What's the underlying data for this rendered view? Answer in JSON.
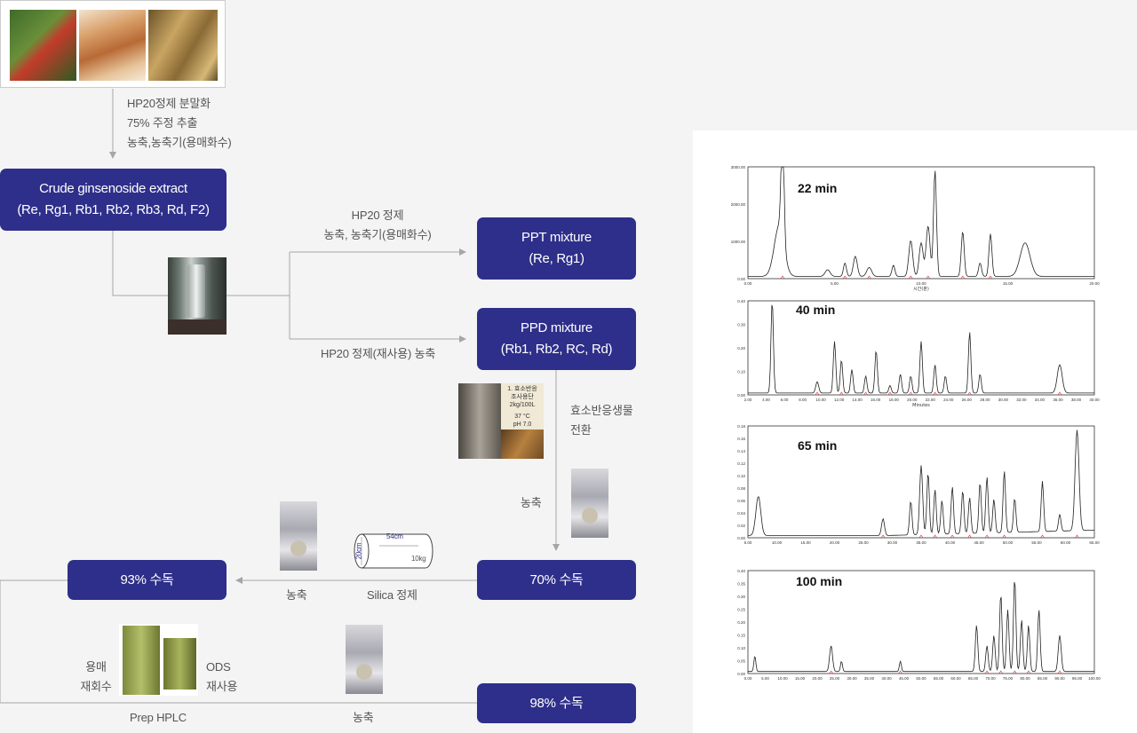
{
  "colors": {
    "box": "#2e2f8a",
    "line": "#a6a6a6",
    "accent_red": "#e02020"
  },
  "boxes": {
    "crude": {
      "line1": "Crude ginsenoside extract",
      "line2": "(Re, Rg1, Rb1, Rb2, Rb3, Rd, F2)"
    },
    "ppt": {
      "line1": "PPT mixture",
      "line2": "(Re, Rg1)"
    },
    "ppd": {
      "line1": "PPD mixture",
      "line2": "(Rb1, Rb2, RC, Rd)"
    },
    "ethanol93": "93% 수독",
    "ethanol70": "70% 수독",
    "ethanol98": "98% 수독"
  },
  "labels": {
    "step1": [
      "HP20정제 분말화",
      "75% 주정 추출",
      "농축,농축기(용매화수)"
    ],
    "ppt_step": [
      "HP20 정제",
      "농축, 농축기(용매화수)"
    ],
    "ppd_step": "HP20 정제(재사용) 농축",
    "enzyme": [
      "효소반응생물",
      "전환"
    ],
    "concentrate_mid": "농축",
    "concentrate_left": "농축",
    "silica": "Silica 정제",
    "solvent_recovery": [
      "용매",
      "재회수"
    ],
    "ods_reuse": [
      "ODS",
      "재사용"
    ],
    "prep_hplc": "Prep HPLC",
    "concentrate_bottom": "농축"
  },
  "enzyme_photo_text": [
    "1. 효소반응",
    "조사용단",
    "2kg/100L",
    "37 °C",
    "pH 7.0"
  ],
  "silica_column": {
    "length": "54cm",
    "diameter": "20cm",
    "weight": "10kg"
  },
  "chromatograms": [
    {
      "title": "22 min",
      "x_axis_label": "시간(분)",
      "x_ticks": [
        "0.00",
        "5.00",
        "10.00",
        "15.00",
        "20.00"
      ],
      "y_ticks": [
        "3000.00",
        "2000.00",
        "1000.00",
        "0.00"
      ]
    },
    {
      "title": "40 min",
      "x_axis_label": "Minutes",
      "x_ticks": [
        "2.00",
        "4.00",
        "6.00",
        "8.00",
        "10.00",
        "12.00",
        "14.00",
        "16.00",
        "18.00",
        "20.00",
        "22.00",
        "24.00",
        "26.00",
        "28.00",
        "30.00",
        "32.00",
        "34.00",
        "36.00",
        "38.00",
        "40.00"
      ],
      "y_ticks": [
        "0.40",
        "0.30",
        "0.20",
        "0.10",
        "0.00"
      ]
    },
    {
      "title": "65 min",
      "x_axis_label": "",
      "x_ticks": [
        "5.00",
        "10.00",
        "15.00",
        "20.00",
        "25.00",
        "30.00",
        "35.00",
        "40.00",
        "45.00",
        "50.00",
        "55.00",
        "60.00",
        "65.00"
      ],
      "y_ticks": [
        "0.18",
        "0.16",
        "0.14",
        "0.12",
        "0.10",
        "0.08",
        "0.06",
        "0.04",
        "0.02",
        "0.00"
      ]
    },
    {
      "title": "100 min",
      "x_axis_label": "",
      "x_ticks": [
        "0.00",
        "5.00",
        "10.00",
        "15.00",
        "20.00",
        "25.00",
        "30.00",
        "35.00",
        "40.00",
        "45.00",
        "50.00",
        "55.00",
        "60.00",
        "65.00",
        "70.00",
        "75.00",
        "80.00",
        "85.00",
        "90.00",
        "95.00",
        "100.00"
      ],
      "y_ticks": [
        "0.40",
        "0.35",
        "0.30",
        "0.25",
        "0.20",
        "0.15",
        "0.10",
        "0.05",
        "0.00"
      ]
    }
  ]
}
